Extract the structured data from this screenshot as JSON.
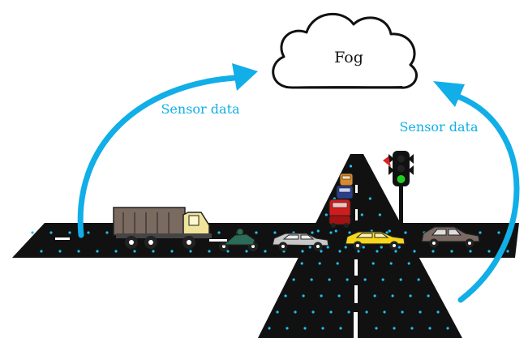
{
  "cloud": {
    "label": "Fog"
  },
  "arrows": {
    "left_label": "Sensor data",
    "right_label": "Sensor data"
  },
  "colors": {
    "arrow": "#11aee8",
    "road": "#111111",
    "sensor_dot": "#1ec0f0",
    "lane_marking": "#ffffff",
    "traffic_light_on": "#22cc22"
  },
  "icons": {
    "cloud": "cloud-icon",
    "traffic_light": "traffic-light-icon",
    "truck": "dump-truck-icon",
    "motorcycle": "motorcycle-icon",
    "cars": [
      "silver-car-icon",
      "yellow-car-icon",
      "brown-car-icon",
      "red-car-icon",
      "blue-car-icon",
      "orange-car-icon"
    ]
  }
}
